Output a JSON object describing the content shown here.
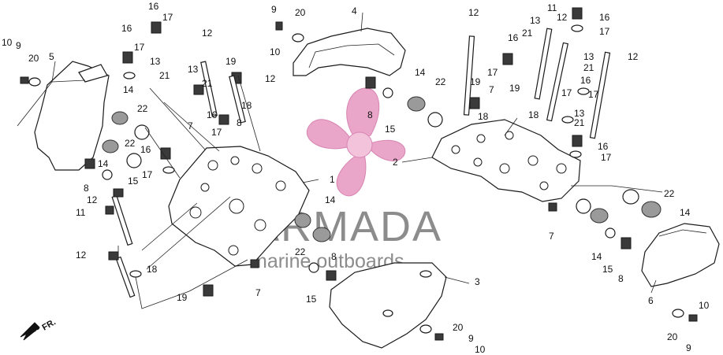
{
  "watermark": {
    "brand": "ARMADA",
    "tagline": "marine outboards",
    "logo_color": "#e9a6c9",
    "logo_hub_color": "#f2c3db"
  },
  "direction_label": "FR.",
  "callouts": {
    "c1": "1",
    "c2": "2",
    "c3": "3",
    "c4": "4",
    "c5": "5",
    "c6": "6",
    "c7a": "7",
    "c7b": "7",
    "c7c": "7",
    "c7d": "7",
    "c8a": "8",
    "c8b": "8",
    "c8c": "8",
    "c8d": "8",
    "c8e": "8",
    "c9a": "9",
    "c9b": "9",
    "c9c": "9",
    "c9d": "9",
    "c10a": "10",
    "c10b": "10",
    "c10c": "10",
    "c10d": "10",
    "c11a": "11",
    "c11b": "11",
    "c12a": "12",
    "c12b": "12",
    "c12c": "12",
    "c12d": "12",
    "c12e": "12",
    "c12f": "12",
    "c12g": "12",
    "c13a": "13",
    "c13b": "13",
    "c13c": "13",
    "c13d": "13",
    "c13e": "13",
    "c14a": "14",
    "c14b": "14",
    "c14c": "14",
    "c14d": "14",
    "c14e": "14",
    "c14f": "14",
    "c15a": "15",
    "c15b": "15",
    "c15c": "15",
    "c15d": "15",
    "c16a": "16",
    "c16b": "16",
    "c16c": "16",
    "c16d": "16",
    "c16e": "16",
    "c16f": "16",
    "c16g": "16",
    "c16h": "16",
    "c17a": "17",
    "c17b": "17",
    "c17c": "17",
    "c17d": "17",
    "c17e": "17",
    "c17f": "17",
    "c17g": "17",
    "c17h": "17",
    "c17i": "17",
    "c18a": "18",
    "c18b": "18",
    "c18c": "18",
    "c18d": "18",
    "c19a": "19",
    "c19b": "19",
    "c19c": "19",
    "c19d": "19",
    "c20a": "20",
    "c20b": "20",
    "c20c": "20",
    "c20d": "20",
    "c21a": "21",
    "c21b": "21",
    "c21c": "21",
    "c21d": "21",
    "c21e": "21",
    "c22a": "22",
    "c22b": "22",
    "c22c": "22",
    "c22d": "22",
    "c22e": "22"
  }
}
